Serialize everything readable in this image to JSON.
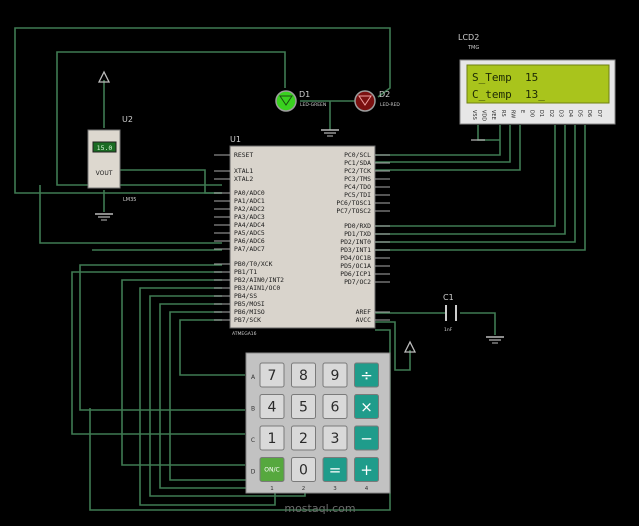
{
  "lcd": {
    "ref": "LCD2",
    "sub": "TMG",
    "line1": "S_Temp  15",
    "line2": "C_temp  13_",
    "pins": [
      "VSS",
      "VDD",
      "VEE",
      "RS",
      "RW",
      "E",
      "D0",
      "D1",
      "D2",
      "D3",
      "D4",
      "D5",
      "D6",
      "D7"
    ]
  },
  "mcu": {
    "ref": "U1",
    "part": "ATMEGA16",
    "left_pins": [
      "RESET",
      "XTAL1",
      "XTAL2",
      "PA0/ADC0",
      "PA1/ADC1",
      "PA2/ADC2",
      "PA3/ADC3",
      "PA4/ADC4",
      "PA5/ADC5",
      "PA6/ADC6",
      "PA7/ADC7",
      "PB0/T0/XCK",
      "PB1/T1",
      "PB2/AIN0/INT2",
      "PB3/AIN1/OC0",
      "PB4/SS",
      "PB5/MOSI",
      "PB6/MISO",
      "PB7/SCK"
    ],
    "right_pins": [
      "PC0/SCL",
      "PC1/SDA",
      "PC2/TCK",
      "PC3/TMS",
      "PC4/TDO",
      "PC5/TDI",
      "PC6/TOSC1",
      "PC7/TOSC2",
      "PD0/RXD",
      "PD1/TXD",
      "PD2/INT0",
      "PD3/INT1",
      "PD4/OC1B",
      "PD5/OC1A",
      "PD6/ICP1",
      "PD7/OC2",
      "AREF",
      "AVCC"
    ]
  },
  "sensor": {
    "ref": "U2",
    "reading": "15.0",
    "pin": "VOUT",
    "part": "LM35"
  },
  "leds": [
    {
      "ref": "D1",
      "part": "LED-GREEN",
      "color": "#39d11f"
    },
    {
      "ref": "D2",
      "part": "LED-RED",
      "color": "#7a1010"
    }
  ],
  "capacitor": {
    "ref": "C1",
    "value": "1nF"
  },
  "keypad": {
    "rows": [
      "A",
      "B",
      "C",
      "D"
    ],
    "cols": [
      "1",
      "2",
      "3",
      "4"
    ],
    "keys": [
      [
        "7",
        "8",
        "9",
        "÷"
      ],
      [
        "4",
        "5",
        "6",
        "×"
      ],
      [
        "1",
        "2",
        "3",
        "−"
      ],
      [
        "ON/C",
        "0",
        "=",
        "+"
      ]
    ]
  },
  "watermark": "mostaql.com",
  "colors": {
    "wire": "#3f7a52",
    "lcd_bg": "#a9c41c",
    "chip": "#d9d4cc",
    "key_gray": "#d9d9d9",
    "key_teal": "#1f9c8b",
    "key_green": "#56a83e"
  }
}
